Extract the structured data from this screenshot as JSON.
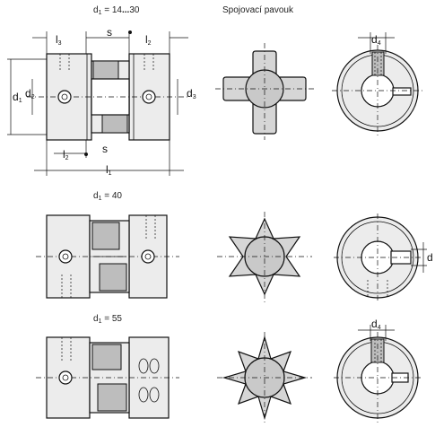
{
  "titles": {
    "row1": "d1 = 14...30",
    "row1_sub": "1",
    "row1_main_a": "d",
    "row1_main_b": " = 14",
    "row1_main_c": "...",
    "row1_main_d": "30",
    "spider": "Spojovací pavouk",
    "row2_a": "d",
    "row2_sub": "1",
    "row2_b": " = 40",
    "row3_a": "d",
    "row3_sub": "1",
    "row3_b": " = 55"
  },
  "dimensions": {
    "l3": "l",
    "l3_sub": "3",
    "s": "s",
    "l2": "l",
    "l2_sub": "2",
    "d1": "d",
    "d1_sub": "1",
    "d2": "d",
    "d2_sub": "2",
    "d3": "d",
    "d3_sub": "3",
    "l1": "l",
    "l1_sub": "1",
    "d4": "d",
    "d4_sub": "4",
    "d_right": "d"
  }
}
